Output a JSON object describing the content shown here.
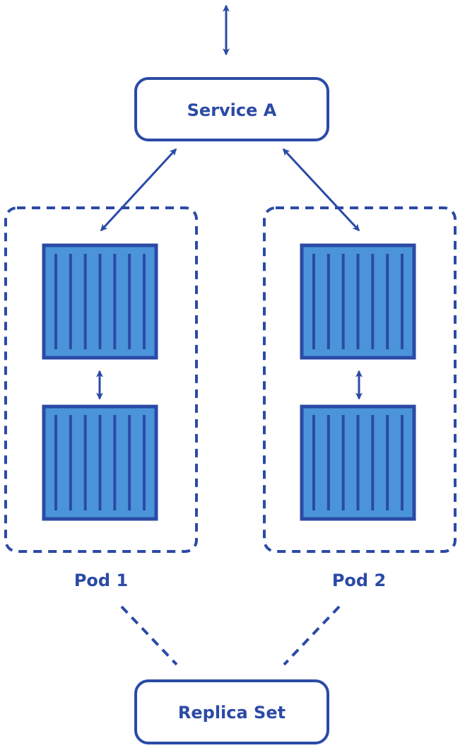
{
  "nodes": {
    "service": {
      "label": "Service A"
    },
    "replica_set": {
      "label": "Replica Set"
    }
  },
  "pods": [
    {
      "label": "Pod 1",
      "containers": 2
    },
    {
      "label": "Pod 2",
      "containers": 2
    }
  ],
  "colors": {
    "stroke": "#2b4aa6",
    "container_fill": "#4b94d9",
    "text": "#2b4aa6",
    "background": "#ffffff"
  }
}
